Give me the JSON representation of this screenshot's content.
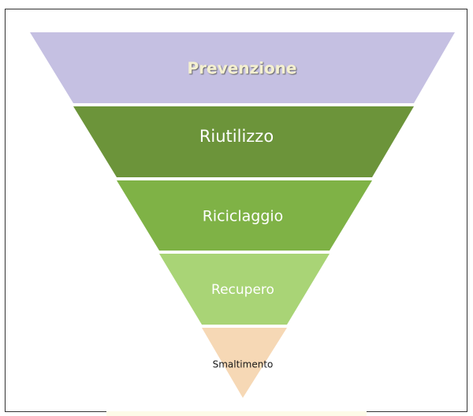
{
  "levels": [
    {
      "label": "Prevenzione",
      "color": "#c5c0e2",
      "text_color": "#f4f0d0"
    },
    {
      "label": "Riutilizzo",
      "color": "#6c943a",
      "text_color": "#ffffff"
    },
    {
      "label": "Riciclaggio",
      "color": "#7fb246",
      "text_color": "#ffffff"
    },
    {
      "label": "Recupero",
      "color": "#a9d476",
      "text_color": "#ffffff"
    },
    {
      "label": "Smaltimento",
      "color": "#f6d8b5",
      "text_color": "#1a1a1a"
    }
  ]
}
